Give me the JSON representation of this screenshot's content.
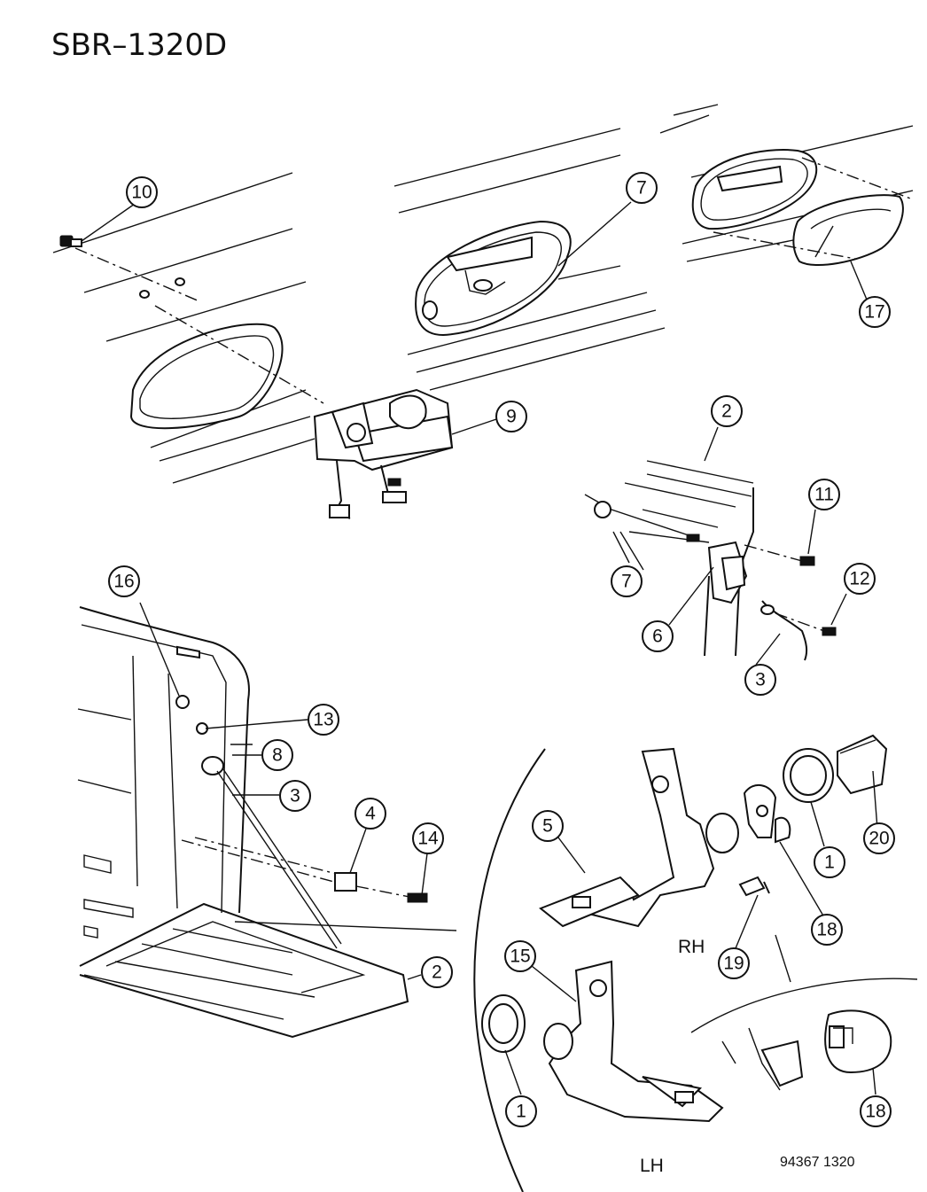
{
  "diagram_id": "SBR–1320D",
  "figure_number": "94367  1320",
  "side_labels": {
    "rh": "RH",
    "lh": "LH"
  },
  "callouts": [
    {
      "id": "c10",
      "label": "10"
    },
    {
      "id": "c7a",
      "label": "7"
    },
    {
      "id": "c17",
      "label": "17"
    },
    {
      "id": "c9",
      "label": "9"
    },
    {
      "id": "c2a",
      "label": "2"
    },
    {
      "id": "c11",
      "label": "11"
    },
    {
      "id": "c7b",
      "label": "7"
    },
    {
      "id": "c12",
      "label": "12"
    },
    {
      "id": "c6",
      "label": "6"
    },
    {
      "id": "c3a",
      "label": "3"
    },
    {
      "id": "c16",
      "label": "16"
    },
    {
      "id": "c13",
      "label": "13"
    },
    {
      "id": "c8",
      "label": "8"
    },
    {
      "id": "c3b",
      "label": "3"
    },
    {
      "id": "c4",
      "label": "4"
    },
    {
      "id": "c14",
      "label": "14"
    },
    {
      "id": "c2b",
      "label": "2"
    },
    {
      "id": "c5",
      "label": "5"
    },
    {
      "id": "c1a",
      "label": "1"
    },
    {
      "id": "c20",
      "label": "20"
    },
    {
      "id": "c18a",
      "label": "18"
    },
    {
      "id": "c19",
      "label": "19"
    },
    {
      "id": "c15",
      "label": "15"
    },
    {
      "id": "c1b",
      "label": "1"
    },
    {
      "id": "c18b",
      "label": "18"
    }
  ]
}
